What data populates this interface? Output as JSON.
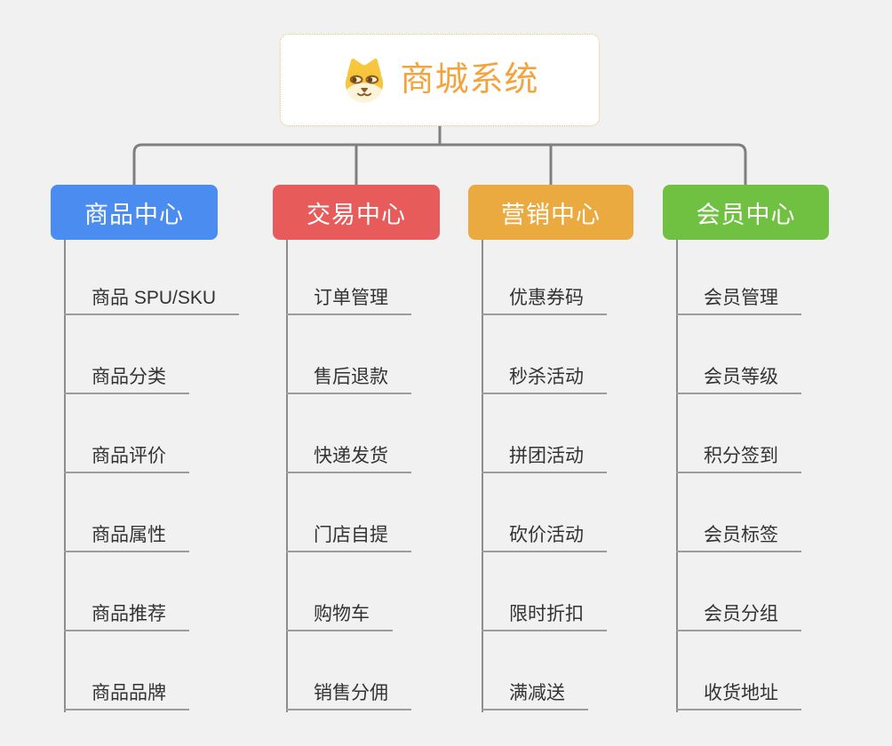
{
  "root": {
    "title": "商城系统",
    "icon": "doge-icon",
    "title_color": "#F2A43D",
    "border_color": "#F3BE6B"
  },
  "branches": [
    {
      "label": "商品中心",
      "color": "#4A8CF0",
      "items": [
        "商品 SPU/SKU",
        "商品分类",
        "商品评价",
        "商品属性",
        "商品推荐",
        "商品品牌"
      ]
    },
    {
      "label": "交易中心",
      "color": "#E85B5B",
      "items": [
        "订单管理",
        "售后退款",
        "快递发货",
        "门店自提",
        "购物车",
        "销售分佣"
      ]
    },
    {
      "label": "营销中心",
      "color": "#EBAA3F",
      "items": [
        "优惠券码",
        "秒杀活动",
        "拼团活动",
        "砍价活动",
        "限时折扣",
        "满减送"
      ]
    },
    {
      "label": "会员中心",
      "color": "#70C041",
      "items": [
        "会员管理",
        "会员等级",
        "积分签到",
        "会员标签",
        "会员分组",
        "收货地址"
      ]
    }
  ],
  "colors": {
    "connector": "#7F7F7F",
    "spine": "#8D8D8D",
    "underline": "#9C9C9C",
    "leaf_text": "#333333",
    "node_text": "#FFFFFF",
    "background": "#F1F1F2"
  }
}
